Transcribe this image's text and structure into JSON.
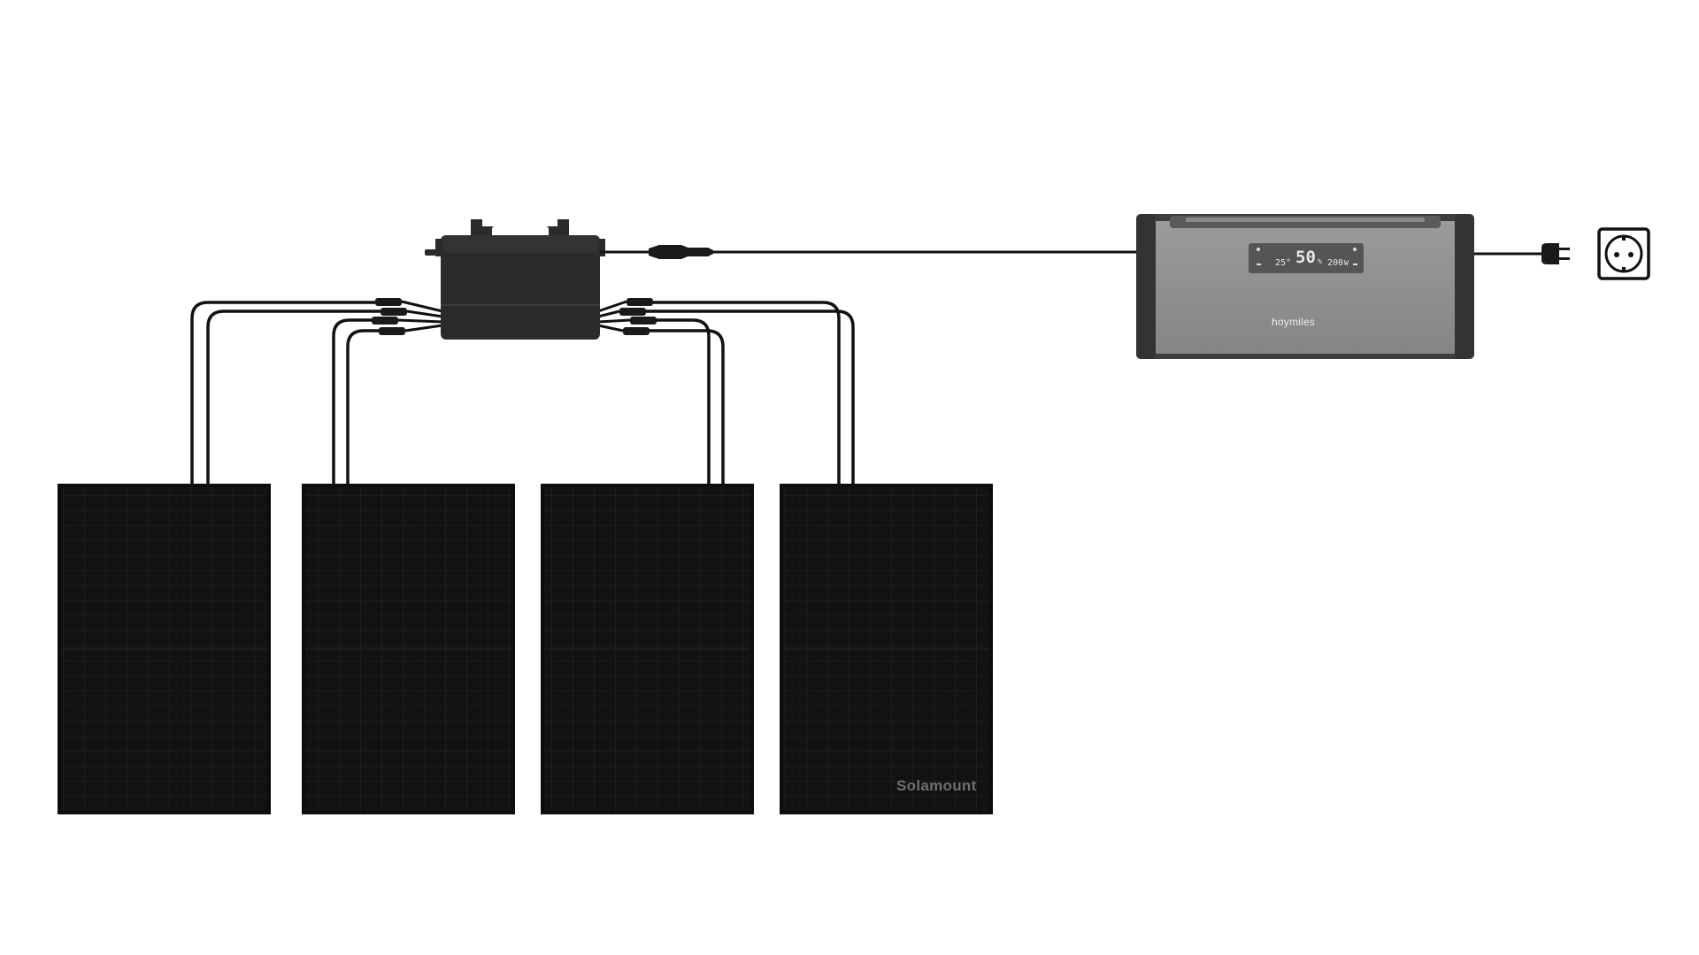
{
  "diagram": {
    "panels": [
      {
        "id": "panel-1"
      },
      {
        "id": "panel-2"
      },
      {
        "id": "panel-3"
      },
      {
        "id": "panel-4"
      }
    ],
    "watermark": "Solamount",
    "battery": {
      "brand": "hoymiles",
      "display": {
        "temperature": "25°",
        "percent": "50",
        "percent_unit": "%",
        "power": "200",
        "power_unit": "W"
      }
    },
    "colors": {
      "panel": "#121212",
      "cable": "#111111",
      "inverter": "#2b2b2b",
      "battery_body": "#8f8f8f",
      "battery_frame": "#3d3d3d",
      "display": "#555555"
    },
    "icons": {
      "microinverter": "microinverter-icon",
      "battery": "battery-storage-icon",
      "plug": "power-plug-icon",
      "socket": "wall-socket-icon"
    }
  }
}
